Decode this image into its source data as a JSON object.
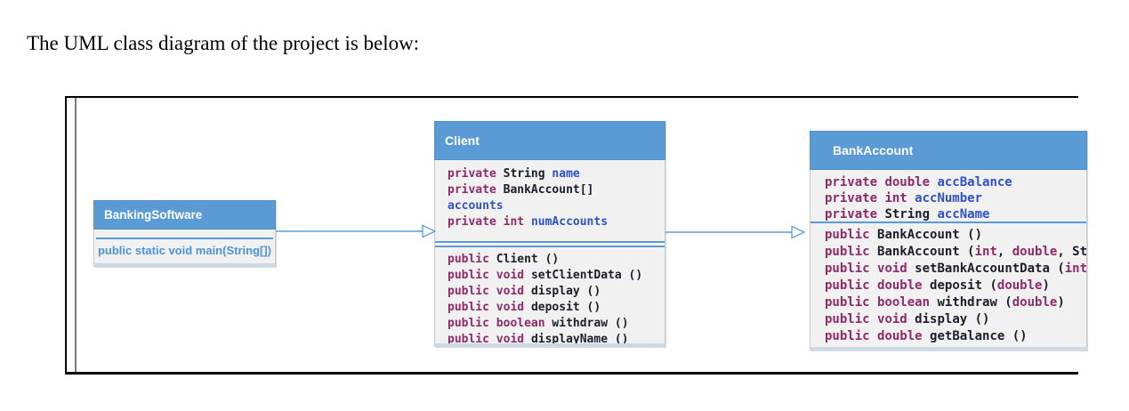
{
  "page": {
    "title": "The UML class diagram of the project is below:"
  },
  "colors": {
    "class_header_blue": "#5b9bd5",
    "keyword_maroon": "#8f2a68",
    "type_text_dark": "#1d1d2b",
    "identifier_blue": "#3050c8",
    "simple_member_blue": "#4b94d6",
    "relation_arrow_blue": "#5b9bd5",
    "box_body_gray": "#f1f1f1",
    "frame_border_black": "#000000"
  },
  "diagram": {
    "classes": [
      {
        "id": "banking-software",
        "name": "BankingSoftware",
        "member": "public static void main(String[])"
      },
      {
        "id": "client",
        "name": "Client",
        "separator": "double",
        "attributes": [
          [
            {
              "k": "kw",
              "t": "private "
            },
            {
              "k": "ty",
              "t": "String "
            },
            {
              "k": "id",
              "t": "name"
            }
          ],
          [
            {
              "k": "kw",
              "t": "private "
            },
            {
              "k": "ty",
              "t": "BankAccount[]"
            }
          ],
          [
            {
              "k": "id",
              "t": "accounts"
            }
          ],
          [
            {
              "k": "kw",
              "t": "private "
            },
            {
              "k": "kw",
              "t": "int "
            },
            {
              "k": "id",
              "t": "numAccounts"
            }
          ]
        ],
        "methods": [
          [
            {
              "k": "kw",
              "t": "public "
            },
            {
              "k": "ty",
              "t": "Client ()"
            }
          ],
          [
            {
              "k": "kw",
              "t": "public "
            },
            {
              "k": "kw",
              "t": "void "
            },
            {
              "k": "ty",
              "t": "setClientData ()"
            }
          ],
          [
            {
              "k": "kw",
              "t": "public "
            },
            {
              "k": "kw",
              "t": "void "
            },
            {
              "k": "ty",
              "t": "display ()"
            }
          ],
          [
            {
              "k": "kw",
              "t": "public "
            },
            {
              "k": "kw",
              "t": "void "
            },
            {
              "k": "ty",
              "t": "deposit ()"
            }
          ],
          [
            {
              "k": "kw",
              "t": "public "
            },
            {
              "k": "kw",
              "t": "boolean "
            },
            {
              "k": "ty",
              "t": "withdraw ()"
            }
          ],
          [
            {
              "k": "kw",
              "t": "public "
            },
            {
              "k": "kw",
              "t": "void "
            },
            {
              "k": "ty",
              "t": "displayName ()"
            }
          ]
        ]
      },
      {
        "id": "bank-account",
        "name": "BankAccount",
        "separator": "single",
        "attributes": [
          [
            {
              "k": "kw",
              "t": "private "
            },
            {
              "k": "kw",
              "t": "double "
            },
            {
              "k": "id",
              "t": "accBalance"
            }
          ],
          [
            {
              "k": "kw",
              "t": "private "
            },
            {
              "k": "kw",
              "t": "int "
            },
            {
              "k": "id",
              "t": "accNumber"
            }
          ],
          [
            {
              "k": "kw",
              "t": "private "
            },
            {
              "k": "ty",
              "t": "String "
            },
            {
              "k": "id",
              "t": "accName"
            }
          ]
        ],
        "methods": [
          [
            {
              "k": "kw",
              "t": "public "
            },
            {
              "k": "ty",
              "t": "BankAccount ()"
            }
          ],
          [
            {
              "k": "kw",
              "t": "public "
            },
            {
              "k": "ty",
              "t": "BankAccount ("
            },
            {
              "k": "kw",
              "t": "int"
            },
            {
              "k": "ty",
              "t": ", "
            },
            {
              "k": "kw",
              "t": "double"
            },
            {
              "k": "ty",
              "t": ", St"
            }
          ],
          [
            {
              "k": "kw",
              "t": "public "
            },
            {
              "k": "kw",
              "t": "void "
            },
            {
              "k": "ty",
              "t": "setBankAccountData ("
            },
            {
              "k": "kw",
              "t": "int"
            }
          ],
          [
            {
              "k": "kw",
              "t": "public "
            },
            {
              "k": "kw",
              "t": "double "
            },
            {
              "k": "ty",
              "t": "deposit ("
            },
            {
              "k": "kw",
              "t": "double"
            },
            {
              "k": "ty",
              "t": ")"
            }
          ],
          [
            {
              "k": "kw",
              "t": "public "
            },
            {
              "k": "kw",
              "t": "boolean "
            },
            {
              "k": "ty",
              "t": "withdraw ("
            },
            {
              "k": "kw",
              "t": "double"
            },
            {
              "k": "ty",
              "t": ")"
            }
          ],
          [
            {
              "k": "kw",
              "t": "public "
            },
            {
              "k": "kw",
              "t": "void "
            },
            {
              "k": "ty",
              "t": "display ()"
            }
          ],
          [
            {
              "k": "kw",
              "t": "public "
            },
            {
              "k": "kw",
              "t": "double "
            },
            {
              "k": "ty",
              "t": "getBalance ()"
            }
          ]
        ]
      }
    ],
    "relations": [
      {
        "from": "BankingSoftware",
        "to": "Client",
        "line": "solid",
        "arrowhead": "open-triangle"
      },
      {
        "from": "Client",
        "to": "BankAccount",
        "line": "solid",
        "arrowhead": "open-triangle"
      }
    ]
  }
}
